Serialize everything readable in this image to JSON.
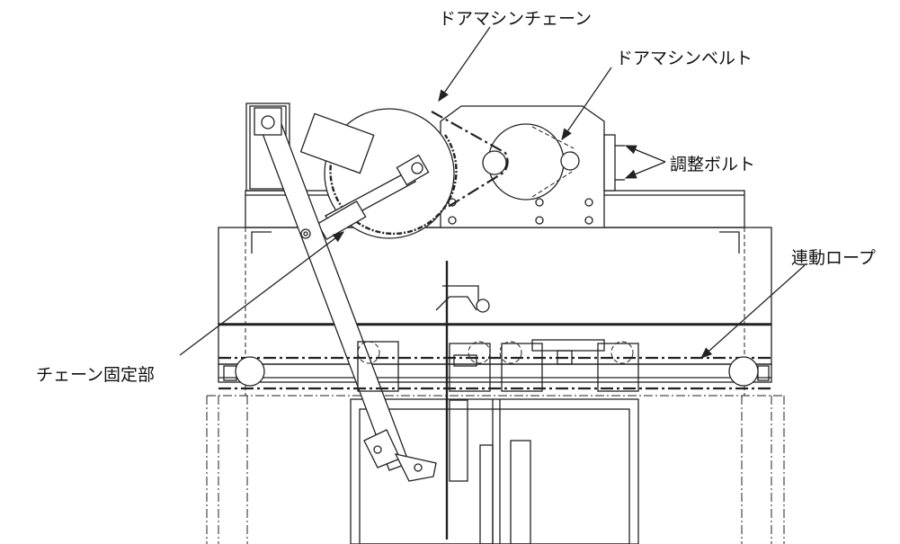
{
  "labels": {
    "door_machine_chain": "ドアマシンチェーン",
    "door_machine_belt": "ドアマシンベルト",
    "adjust_bolt": "調整ボルト",
    "linkage_rope": "連動ロープ",
    "chain_fixing_part": "チェーン固定部"
  }
}
